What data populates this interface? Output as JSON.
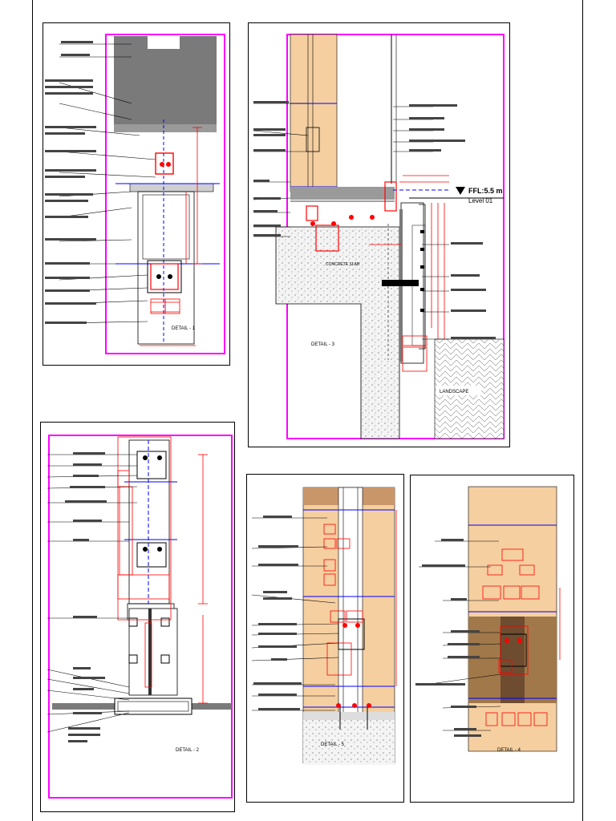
{
  "sheet": {
    "details": [
      {
        "id": "detail-1",
        "title": "DETAIL - 1"
      },
      {
        "id": "detail-3",
        "title": "DETAIL - 3",
        "level_tag": "FFL:5.5 m",
        "level_name": "Level 01",
        "slab_label": "CONCRETE SLAB",
        "ground_label": "LANDSCAPE"
      },
      {
        "id": "detail-2",
        "title": "DETAIL - 2"
      },
      {
        "id": "detail-5",
        "title": "DETAIL - 5"
      },
      {
        "id": "detail-4",
        "title": "DETAIL - 4"
      }
    ]
  },
  "colors": {
    "frame": "#ff00ff",
    "dimension": "#ff0000",
    "centerline": "#0000ff",
    "stone": "#f5cfa0",
    "grout": "#7a7a7a",
    "concrete_fill": "#e8e8e8"
  }
}
